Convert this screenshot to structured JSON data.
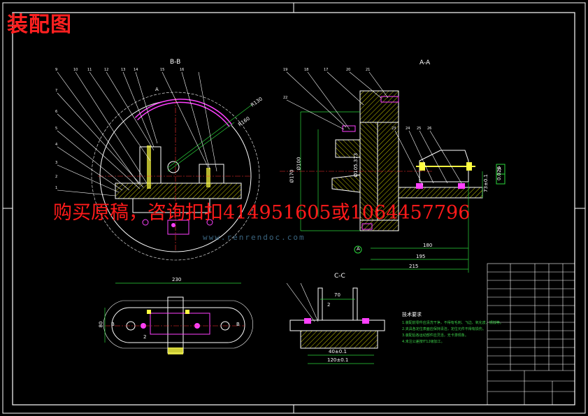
{
  "header": {
    "drawing_title": "装配图"
  },
  "watermark": {
    "text": "购买原稿，咨询扣扣414951605或1064457796",
    "site": "www.renrendoc.com"
  },
  "views": {
    "bb_label": "B-B",
    "aa_label": "A-A",
    "cc_label": "C-C",
    "section_a_mark": "A",
    "section_b_mark": "B"
  },
  "dimensions": {
    "bb_r_outer": "R130",
    "bb_r_inner": "R160",
    "aa_d1": "Ø100",
    "aa_d2": "Ø170",
    "aa_d3": "Ø105.373",
    "aa_h1": "73±0.1",
    "aa_tol": "0.020",
    "aa_tol_ref": "A",
    "aa_w1": "180",
    "aa_w2": "195",
    "aa_w3": "215",
    "plan_width": "230",
    "plan_height": "80",
    "cc_top": "70",
    "cc_mid": "40±0.1",
    "cc_bottom": "120±0.1",
    "cc_small": "2",
    "plan_small": "2"
  },
  "balloons_left": [
    "9",
    "10",
    "11",
    "12",
    "13",
    "14",
    "15",
    "16",
    "7",
    "6",
    "5",
    "4",
    "3",
    "2",
    "1"
  ],
  "balloons_right": [
    "19",
    "18",
    "17",
    "20",
    "21",
    "22",
    "23",
    "24",
    "25",
    "26"
  ],
  "technical_requirements": {
    "title": "技术要求",
    "lines": [
      "1.装配前零件应清洗干净，不得有毛刺、飞边、氧化皮、锈蚀等。",
      "2.夹具各定位表面应保持清洁，定位元件不得有损伤。",
      "3.装配后各运动部件应灵活，无卡滞现象。",
      "4.未注公差按IT12级加工。"
    ]
  },
  "colors": {
    "background": "#000000",
    "frame": "#ffffff",
    "outline": "#ffffff",
    "dimension": "#2bd63c",
    "hatch": "#c8c800",
    "centerline": "#ff3030",
    "part_cyan": "#20c8ff",
    "part_magenta": "#ff40ff",
    "part_yellow": "#ffff40",
    "watermark": "#ff1a1a"
  }
}
